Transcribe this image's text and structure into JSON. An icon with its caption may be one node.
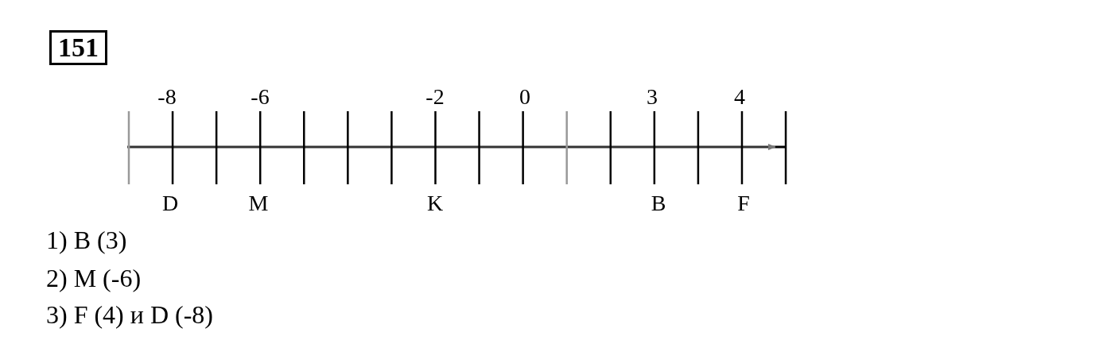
{
  "diagram": {
    "labels": [
      "151",
      "-8",
      "-6",
      "-2",
      "0",
      "3",
      "4",
      "D",
      "M",
      "K",
      "B",
      "F",
      "1) B (3)",
      "2) M (-6)",
      "3) F (4) и D (-8)"
    ]
  }
}
